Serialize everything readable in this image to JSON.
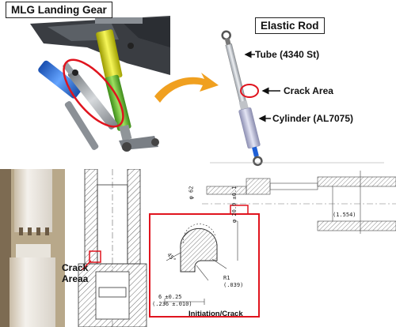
{
  "top_left": {
    "title": "MLG Landing Gear"
  },
  "top_right": {
    "title": "Elastic Rod",
    "callouts": {
      "tube": "Tube (4340 St)",
      "crack": "Crack Area",
      "cylinder": "Cylinder (AL7075)"
    }
  },
  "bottom": {
    "crack_label_line1": "Crack",
    "crack_label_line2": "Areaa",
    "initiation_label": "Initiation/Crack",
    "dims": {
      "d_top": "φ 20.9 ±0.1",
      "r1": "R1",
      "r1_in": "(.039)",
      "angle_left": "45°",
      "len_bottom": "6 ±0.25",
      "len_bottom_in": "(.236 ±.010)",
      "d_far": "φ 62",
      "d_far_in": "(1.554)"
    }
  },
  "colors": {
    "red": "#e0141e",
    "orange": "#f0a020",
    "yellow": "#d8d800",
    "green": "#6cc02a",
    "blue": "#1f5fd6"
  }
}
